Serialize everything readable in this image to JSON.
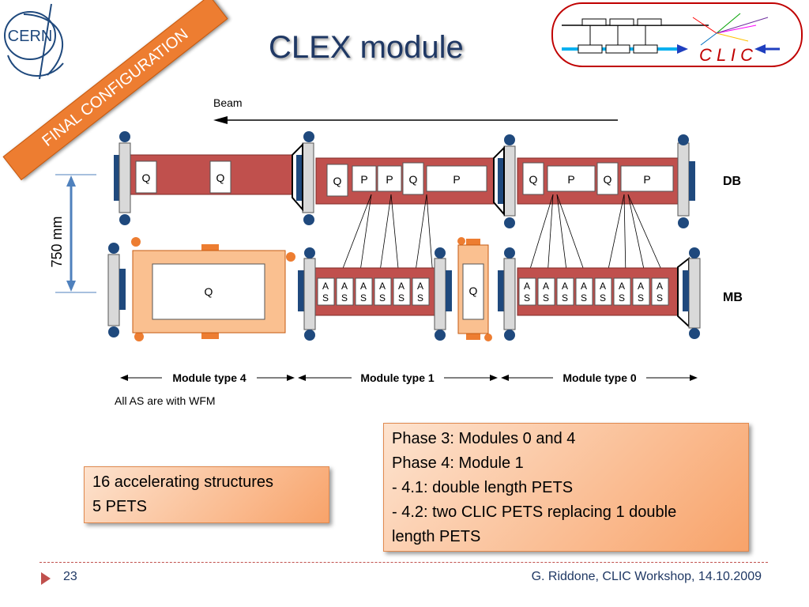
{
  "slide": {
    "title": "CLEX module",
    "banner": "FINAL CONFIGURATION",
    "cern_logo_text": "CERN",
    "clic_logo_text": "C L I C",
    "page_number": "23",
    "footer": "G. Riddone, CLIC Workshop, 14.10.2009"
  },
  "diagram": {
    "beam_label": "Beam",
    "dimension_label": "750 mm",
    "db_label": "DB",
    "mb_label": "MB",
    "quad_label": "Q",
    "pets_label": "P",
    "as_top": "A",
    "as_bottom": "S",
    "module_type_4": "Module type 4",
    "module_type_1": "Module type 1",
    "module_type_0": "Module type 0",
    "wfm_note": "All AS are with WFM"
  },
  "notes": {
    "left": [
      "16 accelerating structures",
      "5 PETS"
    ],
    "right": [
      "Phase 3: Modules 0 and 4",
      "Phase 4: Module 1",
      "- 4.1: double length PETS",
      "- 4.2: two CLIC PETS replacing 1 double",
      "length PETS"
    ]
  },
  "colors": {
    "title": "#1f3864",
    "banner": "#ed7d31",
    "beam_pipe": "#c0504d",
    "quad_module": "#fac090",
    "support": "#1f497d",
    "note_fill": "#f8a36a"
  }
}
